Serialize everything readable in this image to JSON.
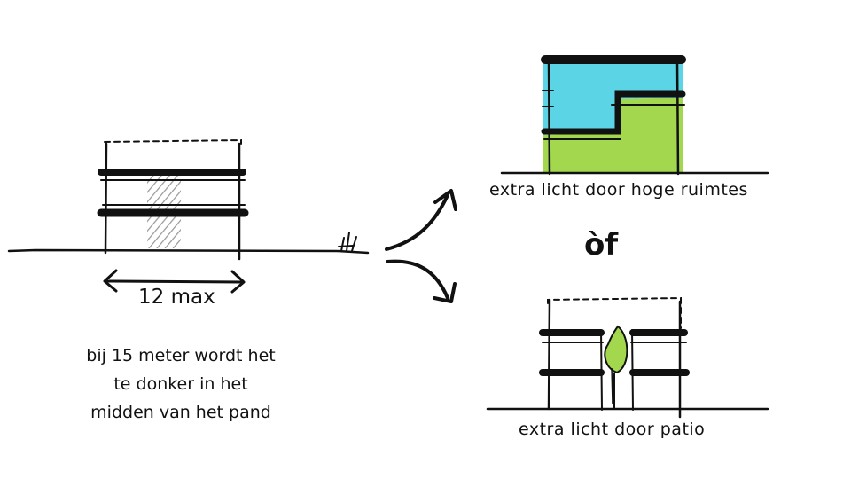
{
  "left_section": {
    "dimension_label": "12 max",
    "note_lines": [
      "bij 15 meter wordt het",
      "te donker in het",
      "midden van het pand"
    ]
  },
  "option_top": {
    "caption": "extra licht door hoge ruimtes"
  },
  "separator": {
    "text": "òf"
  },
  "option_bottom": {
    "caption": "extra licht door patio"
  },
  "colors": {
    "ink": "#111111",
    "cyan_fill": "#5bd4e6",
    "green_fill": "#a3d84e",
    "hatch": "#999999"
  }
}
